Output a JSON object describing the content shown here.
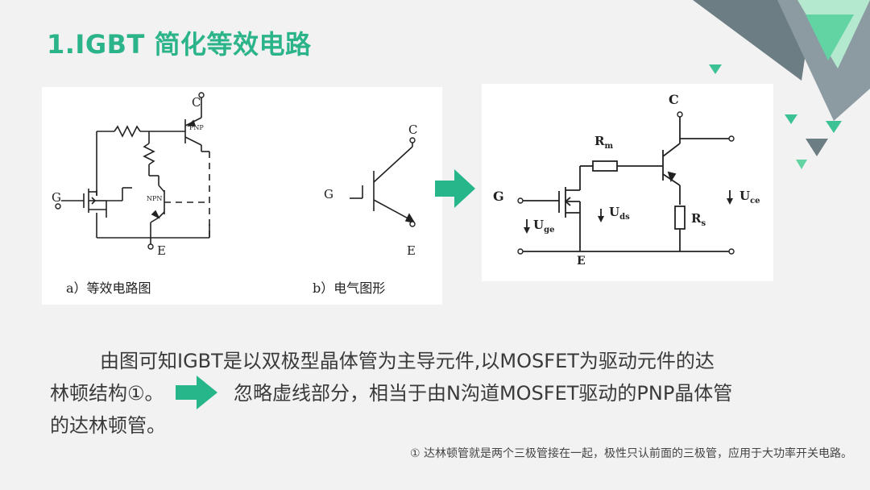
{
  "title": "1.IGBT 简化等效电路",
  "left_panel": {
    "caption_a": "a）等效电路图",
    "caption_b": "b）电气图形",
    "labels": {
      "C": "C",
      "E": "E",
      "G": "G",
      "PNP": "PNP",
      "NPN": "NPN"
    },
    "symbol_labels": {
      "C": "C",
      "E": "E",
      "G": "G"
    }
  },
  "right_panel": {
    "labels": {
      "C": "C",
      "E": "E",
      "G": "G",
      "Rm_main": "R",
      "Rm_sub": "m",
      "Rs_main": "R",
      "Rs_sub": "s",
      "Uge_main": "U",
      "Uge_sub": "ge",
      "Uds_main": "U",
      "Uds_sub": "ds",
      "Uce_main": "U",
      "Uce_sub": "ce"
    }
  },
  "body": {
    "line1": "由图可知IGBT是以双极型晶体管为主导元件,以MOSFET为驱动元件的达",
    "line2a": "林顿结构①。",
    "line2b": "忽略虚线部分，相当于由N沟道MOSFET驱动的PNP晶体管",
    "line3": "的达林顿管。"
  },
  "footnote": "① 达林顿管就是两个三极管接在一起，极性只认前面的三极管，应用于大功率开关电路。",
  "colors": {
    "accent": "#2bb48a",
    "arrow": "#27b689",
    "deco_dark": "#5d6f76",
    "deco_light": "#a3e6c6"
  }
}
